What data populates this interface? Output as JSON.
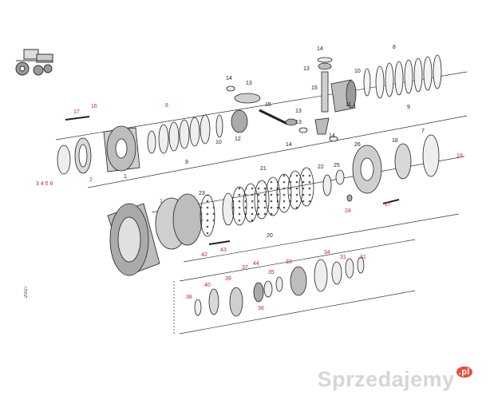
{
  "diagram": {
    "side_code": "20/27",
    "watermark": {
      "text": "Sprzedajemy",
      "suffix": ".pl"
    },
    "labels": [
      {
        "id": "p14a",
        "text": "14"
      },
      {
        "id": "p13a",
        "text": "13"
      },
      {
        "id": "p15a",
        "text": "15"
      },
      {
        "id": "p11a",
        "text": "11"
      },
      {
        "id": "p10a",
        "text": "10"
      },
      {
        "id": "p8a",
        "text": "8"
      },
      {
        "id": "p9a",
        "text": "9"
      },
      {
        "id": "p14b",
        "text": "14"
      },
      {
        "id": "p13b",
        "text": "13"
      },
      {
        "id": "p15b",
        "text": "15"
      },
      {
        "id": "p17",
        "text": "17"
      },
      {
        "id": "p16",
        "text": "16"
      },
      {
        "id": "p8b",
        "text": "8"
      },
      {
        "id": "p10b",
        "text": "10"
      },
      {
        "id": "p12",
        "text": "12"
      },
      {
        "id": "p9b",
        "text": "9"
      },
      {
        "id": "p13c",
        "text": "13"
      },
      {
        "id": "p14c",
        "text": "14"
      },
      {
        "id": "p13d",
        "text": "13"
      },
      {
        "id": "p14d",
        "text": "14"
      },
      {
        "id": "p3456",
        "text": "3 4 5 6"
      },
      {
        "id": "p2",
        "text": "2"
      },
      {
        "id": "p1a",
        "text": "1"
      },
      {
        "id": "p7",
        "text": "7"
      },
      {
        "id": "p18",
        "text": "18"
      },
      {
        "id": "p26",
        "text": "26"
      },
      {
        "id": "p21",
        "text": "21"
      },
      {
        "id": "p22",
        "text": "22"
      },
      {
        "id": "p25",
        "text": "25"
      },
      {
        "id": "p23",
        "text": "23"
      },
      {
        "id": "p1b",
        "text": "1"
      },
      {
        "id": "p19",
        "text": "19"
      },
      {
        "id": "p24",
        "text": "24"
      },
      {
        "id": "p27",
        "text": "27"
      },
      {
        "id": "p20",
        "text": "20"
      },
      {
        "id": "p42",
        "text": "42"
      },
      {
        "id": "p43",
        "text": "43"
      },
      {
        "id": "p34",
        "text": "34"
      },
      {
        "id": "p31a",
        "text": "31"
      },
      {
        "id": "p31b",
        "text": "31"
      },
      {
        "id": "p44",
        "text": "44"
      },
      {
        "id": "p33",
        "text": "33"
      },
      {
        "id": "p37",
        "text": "37"
      },
      {
        "id": "p35",
        "text": "35"
      },
      {
        "id": "p40",
        "text": "40"
      },
      {
        "id": "p39",
        "text": "39"
      },
      {
        "id": "p38",
        "text": "38"
      },
      {
        "id": "p36",
        "text": "36"
      }
    ]
  }
}
